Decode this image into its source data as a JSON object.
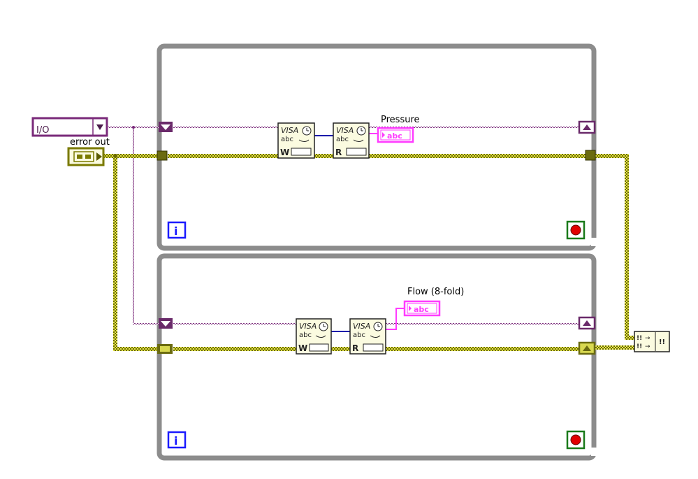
{
  "labels": {
    "error_out": "error out",
    "pressure": "Pressure",
    "flow": "Flow (8-fold)"
  },
  "icons": {
    "visa_text": "VISA",
    "abc_text": "abc",
    "write_letter": "W",
    "read_letter": "R",
    "string_ind_text": "abc",
    "iteration_letter": "i",
    "visa_resource_text": "I/O",
    "merge_text": "!!"
  },
  "colors": {
    "loop_frame": "#8c8c8c",
    "visa_wire": "#7a2a7a",
    "error_wire": "#cfcf40",
    "error_wire_dark": "#5a5a00",
    "string_wire": "#ff3cff",
    "vi_fill": "#fbfbe0",
    "iteration_blue": "#1a1aff",
    "stop_red": "#e00000"
  }
}
